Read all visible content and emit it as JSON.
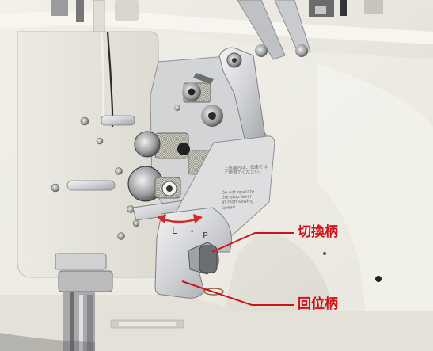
{
  "callouts": {
    "switch_lever": "切換柄",
    "return_lever": "回位柄"
  },
  "plate": {
    "japanese_text": "上糸案内は、低速ではご使用でください。",
    "english_text": "Do not operate the stop lever at high sewing speed."
  },
  "marks": {
    "left": "L",
    "dot": "•",
    "right": "P"
  },
  "colors": {
    "callout_red": "#d0121b",
    "machine_body": "#e8e6dc",
    "plate_steel": "#d9dadc",
    "arrow_red": "#d22a2a"
  }
}
